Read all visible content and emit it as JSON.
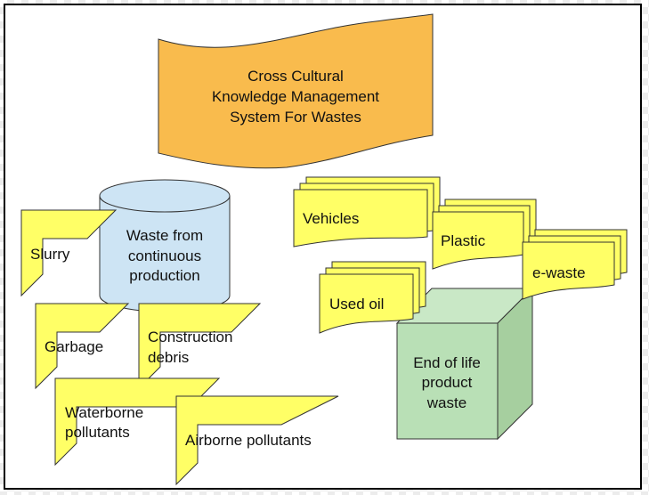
{
  "title_lines": [
    "Cross Cultural",
    "Knowledge Management",
    "System For Wastes"
  ],
  "continuous": {
    "lines": [
      "Waste from",
      "continuous",
      "production"
    ],
    "items": {
      "slurry": [
        "Slurry"
      ],
      "garbage": [
        "Garbage"
      ],
      "construction": [
        "Construction",
        "debris"
      ],
      "waterborne": [
        "Waterborne",
        "pollutants"
      ],
      "airborne": [
        "Airborne pollutants"
      ]
    }
  },
  "end_of_life": {
    "lines": [
      "End of life",
      "product",
      "waste"
    ],
    "items": {
      "vehicles": [
        "Vehicles"
      ],
      "plastic": [
        "Plastic"
      ],
      "ewaste": [
        "e-waste"
      ],
      "usedoil": [
        "Used oil"
      ]
    }
  },
  "colors": {
    "title_fill": "#f9bb4d",
    "cylinder_fill": "#cde4f4",
    "cube_front": "#b9e0b6",
    "cube_side": "#a6cf9f",
    "cube_top": "#c9e8c6",
    "note_fill": "#ffff66",
    "stroke": "#333333"
  }
}
